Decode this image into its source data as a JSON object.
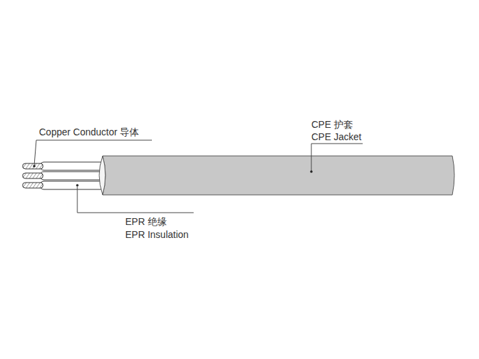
{
  "diagram": {
    "labels": [
      "Copper Conductor 导体",
      "CPE 护套",
      "CPE Jacket",
      "EPR 绝缘",
      "EPR Insulation"
    ]
  }
}
